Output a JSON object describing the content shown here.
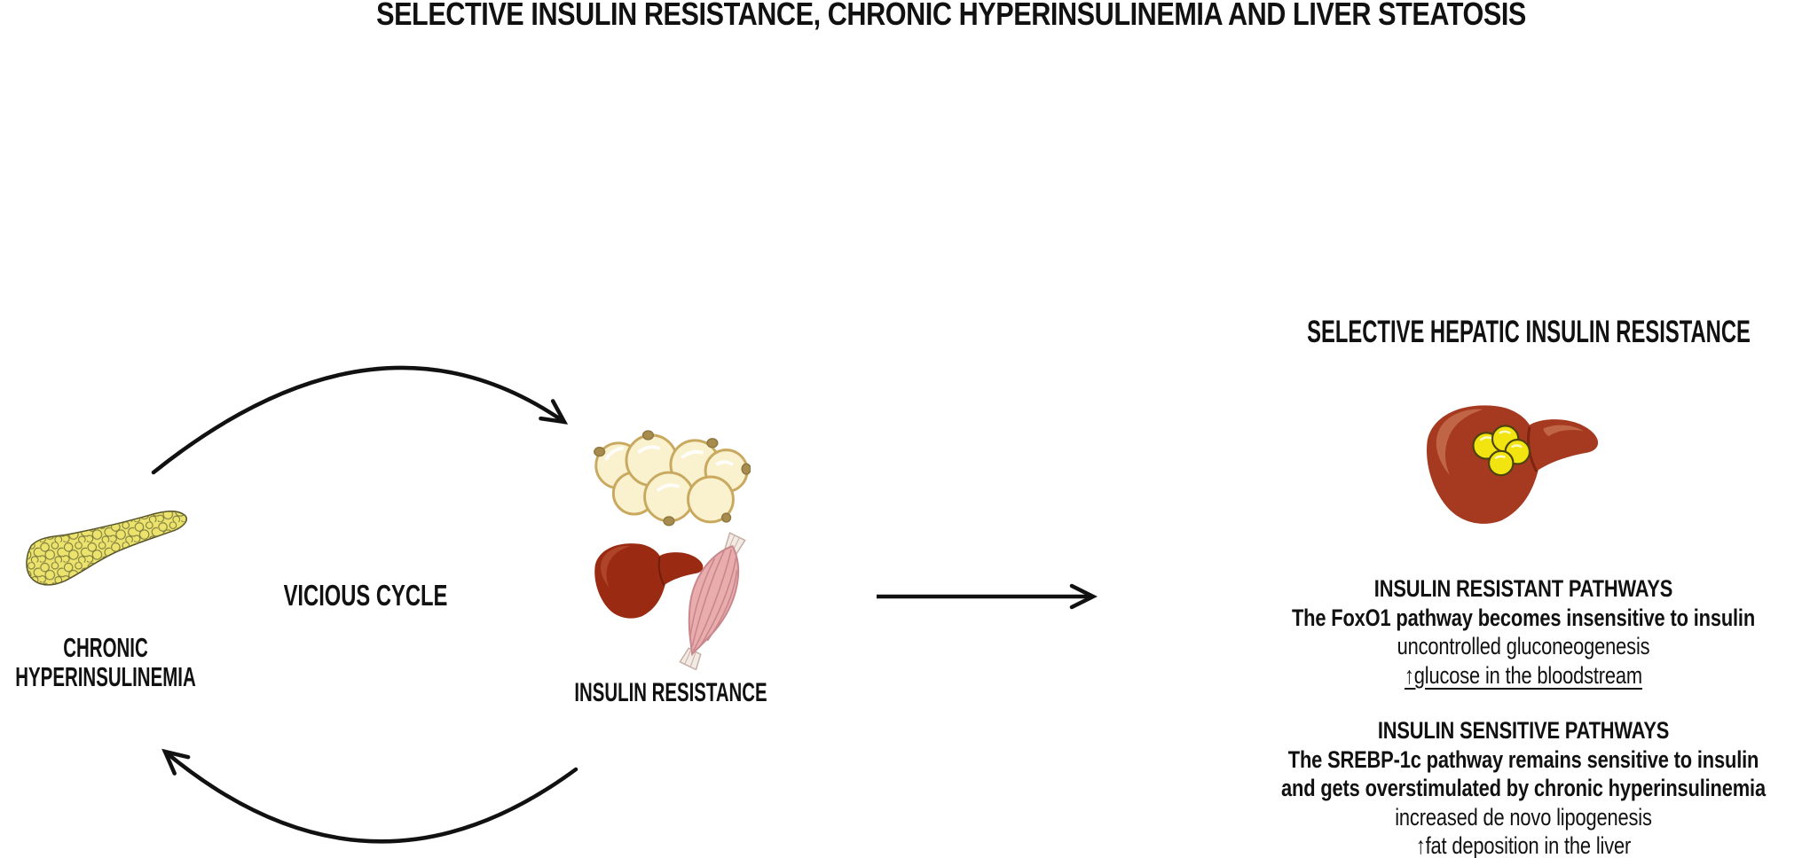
{
  "title": "SELECTIVE INSULIN RESISTANCE, CHRONIC HYPERINSULINEMIA AND LIVER STEATOSIS",
  "cycle": {
    "label": "VICIOUS CYCLE",
    "left_node": {
      "label_line1": "CHRONIC",
      "label_line2": "HYPERINSULINEMIA"
    },
    "right_node": {
      "label": "INSULIN RESISTANCE"
    },
    "icons": [
      "pancreas-icon",
      "fat-cells-icon",
      "liver-icon",
      "muscle-icon"
    ]
  },
  "right_panel": {
    "header": "SELECTIVE HEPATIC INSULIN RESISTANCE",
    "icon": "steatotic-liver-icon",
    "resistant_block": {
      "heading": "INSULIN RESISTANT PATHWAYS",
      "line1": "The FoxO1 pathway becomes insensitive to insulin",
      "line2": "uncontrolled gluconeogenesis",
      "line3": "↑glucose in the bloodstream"
    },
    "sensitive_block": {
      "heading": "INSULIN SENSITIVE PATHWAYS",
      "line1": "The SREBP-1c pathway remains sensitive to insulin",
      "line2": "and gets overstimulated by chronic hyperinsulinemia",
      "line3": "increased de novo lipogenesis",
      "line4": "↑fat deposition in the liver"
    }
  },
  "colors": {
    "background": "#ffffff",
    "text": "#111111",
    "arrow": "#111111",
    "pancreas": "#EBE36B",
    "pancreas_line": "#7C7840",
    "fat_cell": "#FAF1CE",
    "fat_cell_border": "#C9A95F",
    "fat_nucleus": "#A78C4E",
    "liver": "#9A2B12",
    "liver_highlight": "#AE4529",
    "steatotic_liver": "#A63A20",
    "steatotic_highlight": "#C06545",
    "muscle": "#E9ADAD",
    "muscle_stripe": "#C9878D",
    "tendon": "#F3EBE3",
    "droplet": "#F2E411"
  }
}
